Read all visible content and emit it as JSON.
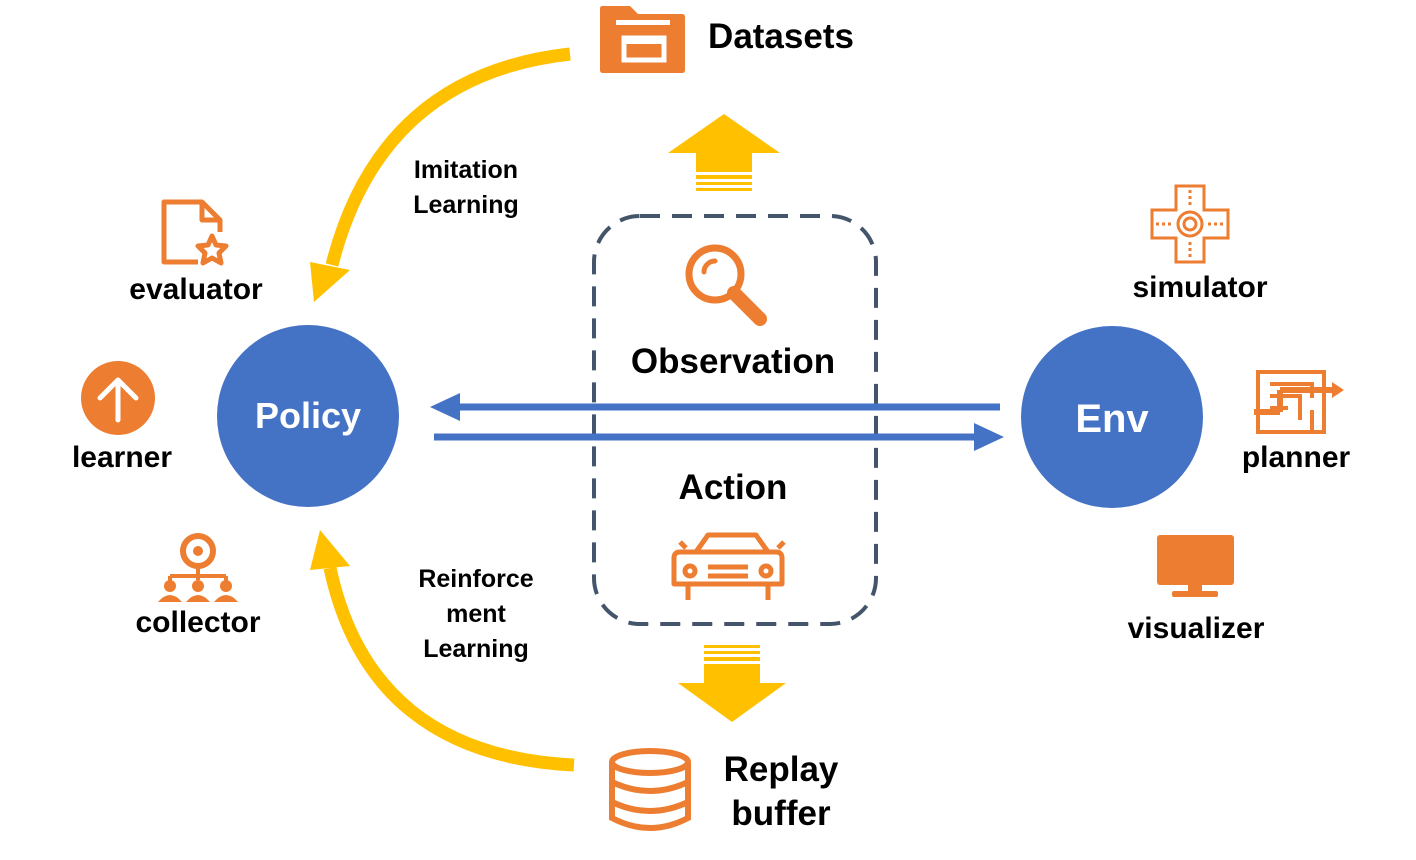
{
  "colors": {
    "node_blue": "#4472C4",
    "icon_orange": "#ED7D31",
    "flow_yellow": "#FFC000",
    "dash_gray": "#44546A"
  },
  "nodes": {
    "policy": "Policy",
    "env": "Env"
  },
  "center": {
    "observation": "Observation",
    "action": "Action"
  },
  "storage": {
    "datasets": "Datasets",
    "replay_buffer_line1": "Replay",
    "replay_buffer_line2": "buffer"
  },
  "flows": {
    "imitation_line1": "Imitation",
    "imitation_line2": "Learning",
    "reinforcement_line1": "Reinforce",
    "reinforcement_line2": "ment",
    "reinforcement_line3": "Learning"
  },
  "policy_components": [
    {
      "label": "evaluator",
      "icon": "document-star-icon"
    },
    {
      "label": "learner",
      "icon": "arrow-up-circle-icon"
    },
    {
      "label": "collector",
      "icon": "hierarchy-icon"
    }
  ],
  "env_components": [
    {
      "label": "simulator",
      "icon": "intersection-icon"
    },
    {
      "label": "planner",
      "icon": "maze-route-icon"
    },
    {
      "label": "visualizer",
      "icon": "monitor-icon"
    }
  ]
}
